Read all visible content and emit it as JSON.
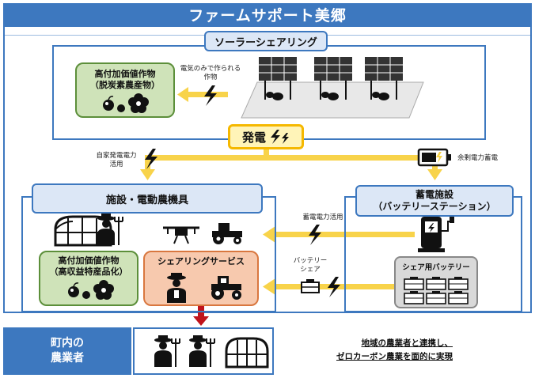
{
  "title": "ファームサポート美郷",
  "solar_sharing": {
    "title": "ソーラーシェアリング",
    "crop_box": {
      "line1": "高付加価値作物",
      "line2": "（脱炭素農産物）"
    },
    "electricity_note": {
      "line1": "電気のみで作られる",
      "line2": "作物"
    }
  },
  "power_generation": {
    "label": "発電"
  },
  "self_use_label": {
    "line1": "自家発電電力",
    "line2": "活用"
  },
  "surplus_label": "余剰電力蓄電",
  "facility": {
    "title": "施設・電動農機具",
    "crop_box": {
      "line1": "高付加価値作物",
      "line2": "（高収益特産品化）"
    },
    "sharing_service": "シェアリングサービス"
  },
  "storage": {
    "title_line1": "蓄電施設",
    "title_line2": "（バッテリーステーション）",
    "stored_power_label": "蓄電電力活用",
    "battery_share_label": {
      "line1": "バッテリー",
      "line2": "シェア"
    },
    "shared_battery": "シェア用バッテリー"
  },
  "local_farmers": {
    "line1": "町内の",
    "line2": "農業者"
  },
  "summary": {
    "line1": "地域の農業者と連携し、",
    "line2": "ゼロカーボン農業を面的に実現"
  },
  "colors": {
    "brand_blue": "#3d78bf",
    "arrow_yellow": "#f8d34a",
    "green_box": "#cfe3b9",
    "orange_box": "#f7c9ae",
    "down_arrow": "#c0141c"
  },
  "icons": [
    "lightning-icon",
    "solar-panel-icon",
    "fruit-icon",
    "flower-icon",
    "greenhouse-icon",
    "farmer-icon",
    "drone-icon",
    "tractor-icon",
    "battery-icon",
    "charging-station-icon",
    "battery-pack-icon"
  ]
}
